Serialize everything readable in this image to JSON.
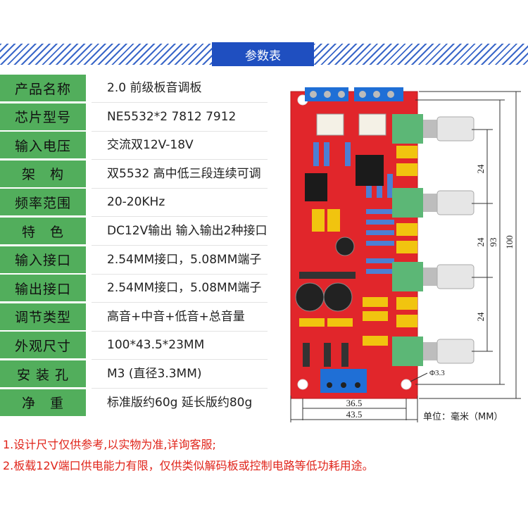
{
  "header": {
    "title": "参数表"
  },
  "specs": [
    {
      "label": "产品名称",
      "value": "2.0 前级板音调板"
    },
    {
      "label": "芯片型号",
      "value": "NE5532*2  7812 7912"
    },
    {
      "label": "输入电压",
      "value": "交流双12V-18V"
    },
    {
      "label": "架　构",
      "value": "双5532 高中低三段连续可调"
    },
    {
      "label": "频率范围",
      "value": "20-20KHz"
    },
    {
      "label": "特　色",
      "value": "DC12V输出 输入输出2种接口"
    },
    {
      "label": "输入接口",
      "value": "2.54MM接口，5.08MM端子"
    },
    {
      "label": "输出接口",
      "value": "2.54MM接口，5.08MM端子"
    },
    {
      "label": "调节类型",
      "value": "高音+中音+低音+总音量"
    },
    {
      "label": "外观尺寸",
      "value": "100*43.5*23MM"
    },
    {
      "label": "安 装 孔",
      "value": "M3 (直径3.3MM)"
    },
    {
      "label": "净　重",
      "value": "标准版约60g 延长版约80g"
    }
  ],
  "dimensions": {
    "height_total": "100",
    "height_holes": "93",
    "pot_spacing": [
      "24",
      "24",
      "24"
    ],
    "width_inner": "36.5",
    "width_total": "43.5",
    "hole": "Φ3.3",
    "unit": "单位：毫米（MM）"
  },
  "notes": [
    "1.设计尺寸仅供参考,以实物为准,详询客服;",
    "2.板载12V端口供电能力有限，仅供类似解码板或控制电路等低功耗用途。"
  ]
}
